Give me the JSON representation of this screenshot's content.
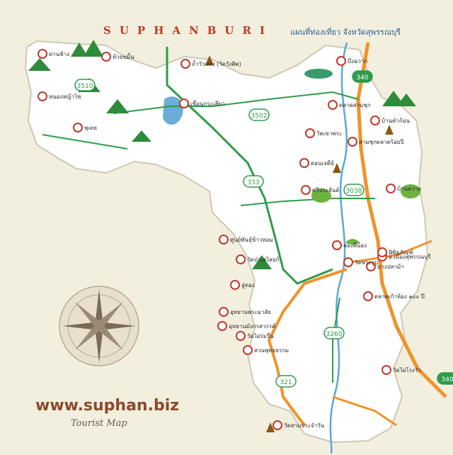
{
  "header": {
    "title": "SUPHANBURI",
    "subtitle": "แผนที่ท่องเที่ยว จังหวัดสุพรรณบุรี"
  },
  "footer": {
    "website": "www.suphan.biz",
    "caption": "Tourist Map"
  },
  "colors": {
    "province": "#ffffff",
    "background": "#f3efdf",
    "highway_orange": "#f0932b",
    "road_green": "#2e9b4a",
    "river_blue": "#5aa8d8",
    "pin_red": "#c0392b",
    "title_red": "#c0392b",
    "subtitle_blue": "#2a5e95",
    "mountain_green": "#2e8b3a"
  },
  "route_shields": [
    "340",
    "3502",
    "3510",
    "333",
    "321",
    "3038",
    "3260",
    "340"
  ],
  "places": [
    {
      "id": "dan-chang",
      "label": "ด่านช้าง"
    },
    {
      "id": "huai-khamin",
      "label": "ห้วยขมิ้น"
    },
    {
      "id": "nang-rong",
      "label": "หนองหญ้าไซ"
    },
    {
      "id": "wat-nong-sa",
      "label": "ถ้ำวัวแดง (วัดวังศิต)"
    },
    {
      "id": "kra-sieo",
      "label": "เขื่อนกระเสียว"
    },
    {
      "id": "phu-toei",
      "label": "พุเตย"
    },
    {
      "id": "wat-khao",
      "label": "วัดเขาพระ"
    },
    {
      "id": "sam-chuk",
      "label": "ตลาดสามชุก"
    },
    {
      "id": "sam-chuk-market",
      "label": "สามชุกตลาดร้อยปี"
    },
    {
      "id": "nong-ya-sai",
      "label": "บึงฉวาก"
    },
    {
      "id": "ban-dan",
      "label": "บ้านควาย"
    },
    {
      "id": "si-prachan",
      "label": "ศรีประจันต์"
    },
    {
      "id": "don-chedi",
      "label": "ดอนเจดีย์"
    },
    {
      "id": "center",
      "label": "ศูนย์พันธุ์ข้าวหอม"
    },
    {
      "id": "suphanburi-city",
      "label": "อ.เมืองสุพรรณบุรี"
    },
    {
      "id": "wat-pa-lelai",
      "label": "วัดป่าเลไลยก์"
    },
    {
      "id": "ban-phai",
      "label": "บางปลาม้า"
    },
    {
      "id": "song-phi-nong",
      "label": "สองพี่น้อง"
    },
    {
      "id": "u-thong",
      "label": "อู่ทอง"
    },
    {
      "id": "wat-phra-rup",
      "label": "วัดพระรูป"
    },
    {
      "id": "wat-mai-ngam",
      "label": "วัดไผ่โรงวัว"
    },
    {
      "id": "tha-chang",
      "label": "วัดสามประจำวัน"
    },
    {
      "id": "kham-kho",
      "label": "บ้านคำก้อน"
    },
    {
      "id": "muang-boran",
      "label": "อุทยานพระมาลัย"
    },
    {
      "id": "plu-tung",
      "label": "อุทยานมังกรสวรรค์"
    },
    {
      "id": "tan-teng",
      "label": "พิพิธภัณฑ์"
    },
    {
      "id": "sao-rong",
      "label": "วัดไผ่ร่มรื่น"
    },
    {
      "id": "suan",
      "label": "สวนพุทธธรรม"
    },
    {
      "id": "talad",
      "label": "ตลาดเก้าห้อง ๑๐๐ ปี"
    }
  ]
}
